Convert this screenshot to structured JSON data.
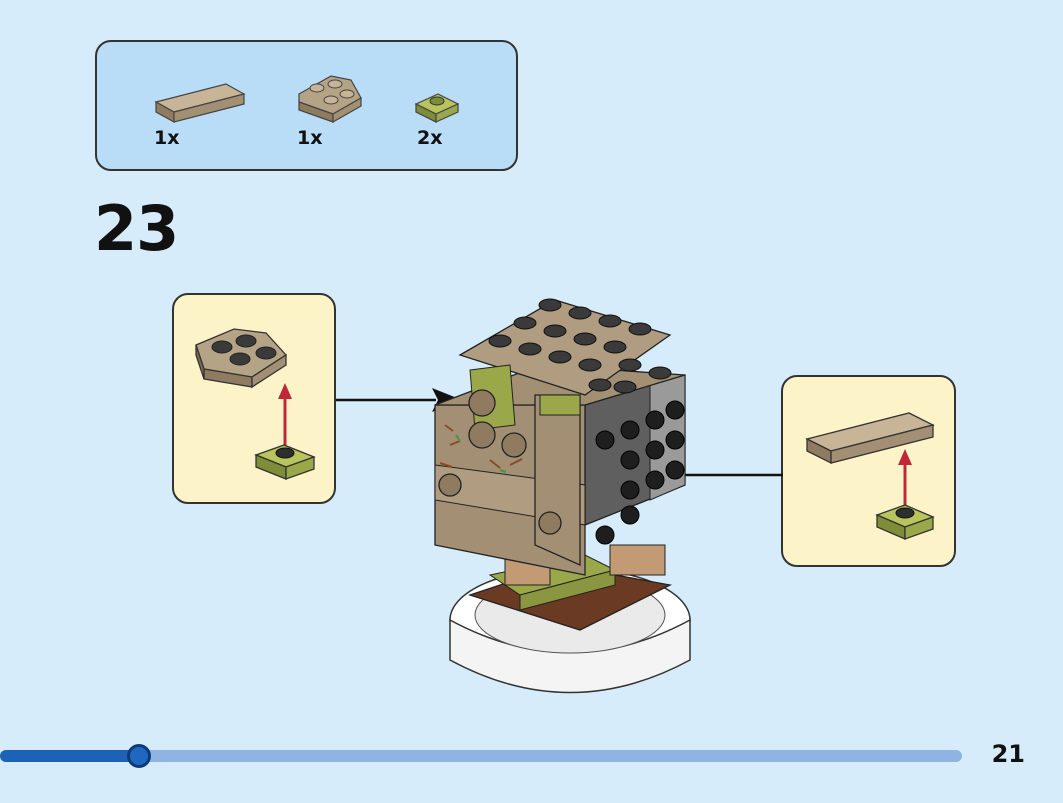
{
  "parts_list": {
    "items": [
      {
        "quantity": "1x",
        "part": "tan-2x6-tile"
      },
      {
        "quantity": "1x",
        "part": "tan-wedge-plate"
      },
      {
        "quantity": "2x",
        "part": "olive-1x1-round-plate"
      }
    ]
  },
  "step": {
    "number": "23"
  },
  "callouts": {
    "left": {
      "description": "wedge-plate-attach"
    },
    "right": {
      "description": "tile-attach"
    }
  },
  "progress": {
    "fraction": 0.145
  },
  "page": {
    "number": "21"
  },
  "colors": {
    "background": "#d6ecfb",
    "parts_box": "#b9dcf7",
    "callout": "#fdf3c9",
    "tan": "#a39074",
    "olive": "#9aa84a",
    "progress_fill": "#1c63b8",
    "progress_track": "#8fb4e3"
  }
}
